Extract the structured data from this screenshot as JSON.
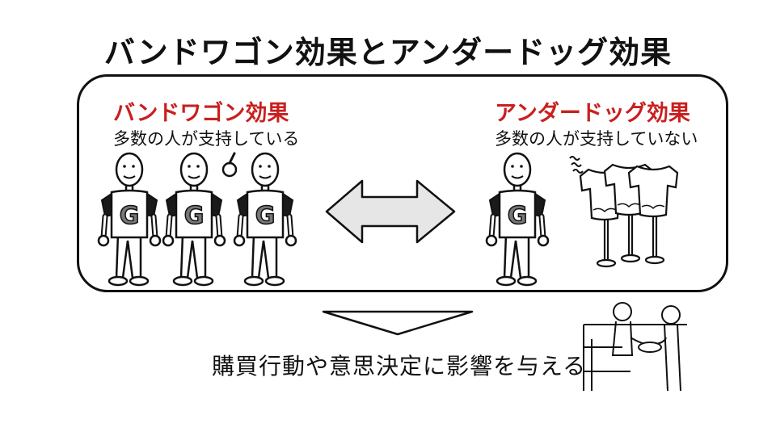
{
  "title": "バンドワゴン効果とアンダードッグ効果",
  "left": {
    "heading": "バンドワゴン効果",
    "description": "多数の人が支持している",
    "shirt_letter": "G"
  },
  "right": {
    "heading": "アンダードッグ効果",
    "description": "多数の人が支持していない",
    "shirt_letter": "G"
  },
  "conclusion": "購買行動や意思決定に影響を与える",
  "colors": {
    "accent": "#c8201f",
    "ink": "#111111",
    "arrow_fill": "#e6e6e6",
    "sleeve": "#1a1a1a"
  },
  "icons": [
    "double-arrow-icon",
    "down-triangle-icon",
    "handshake-icon"
  ]
}
